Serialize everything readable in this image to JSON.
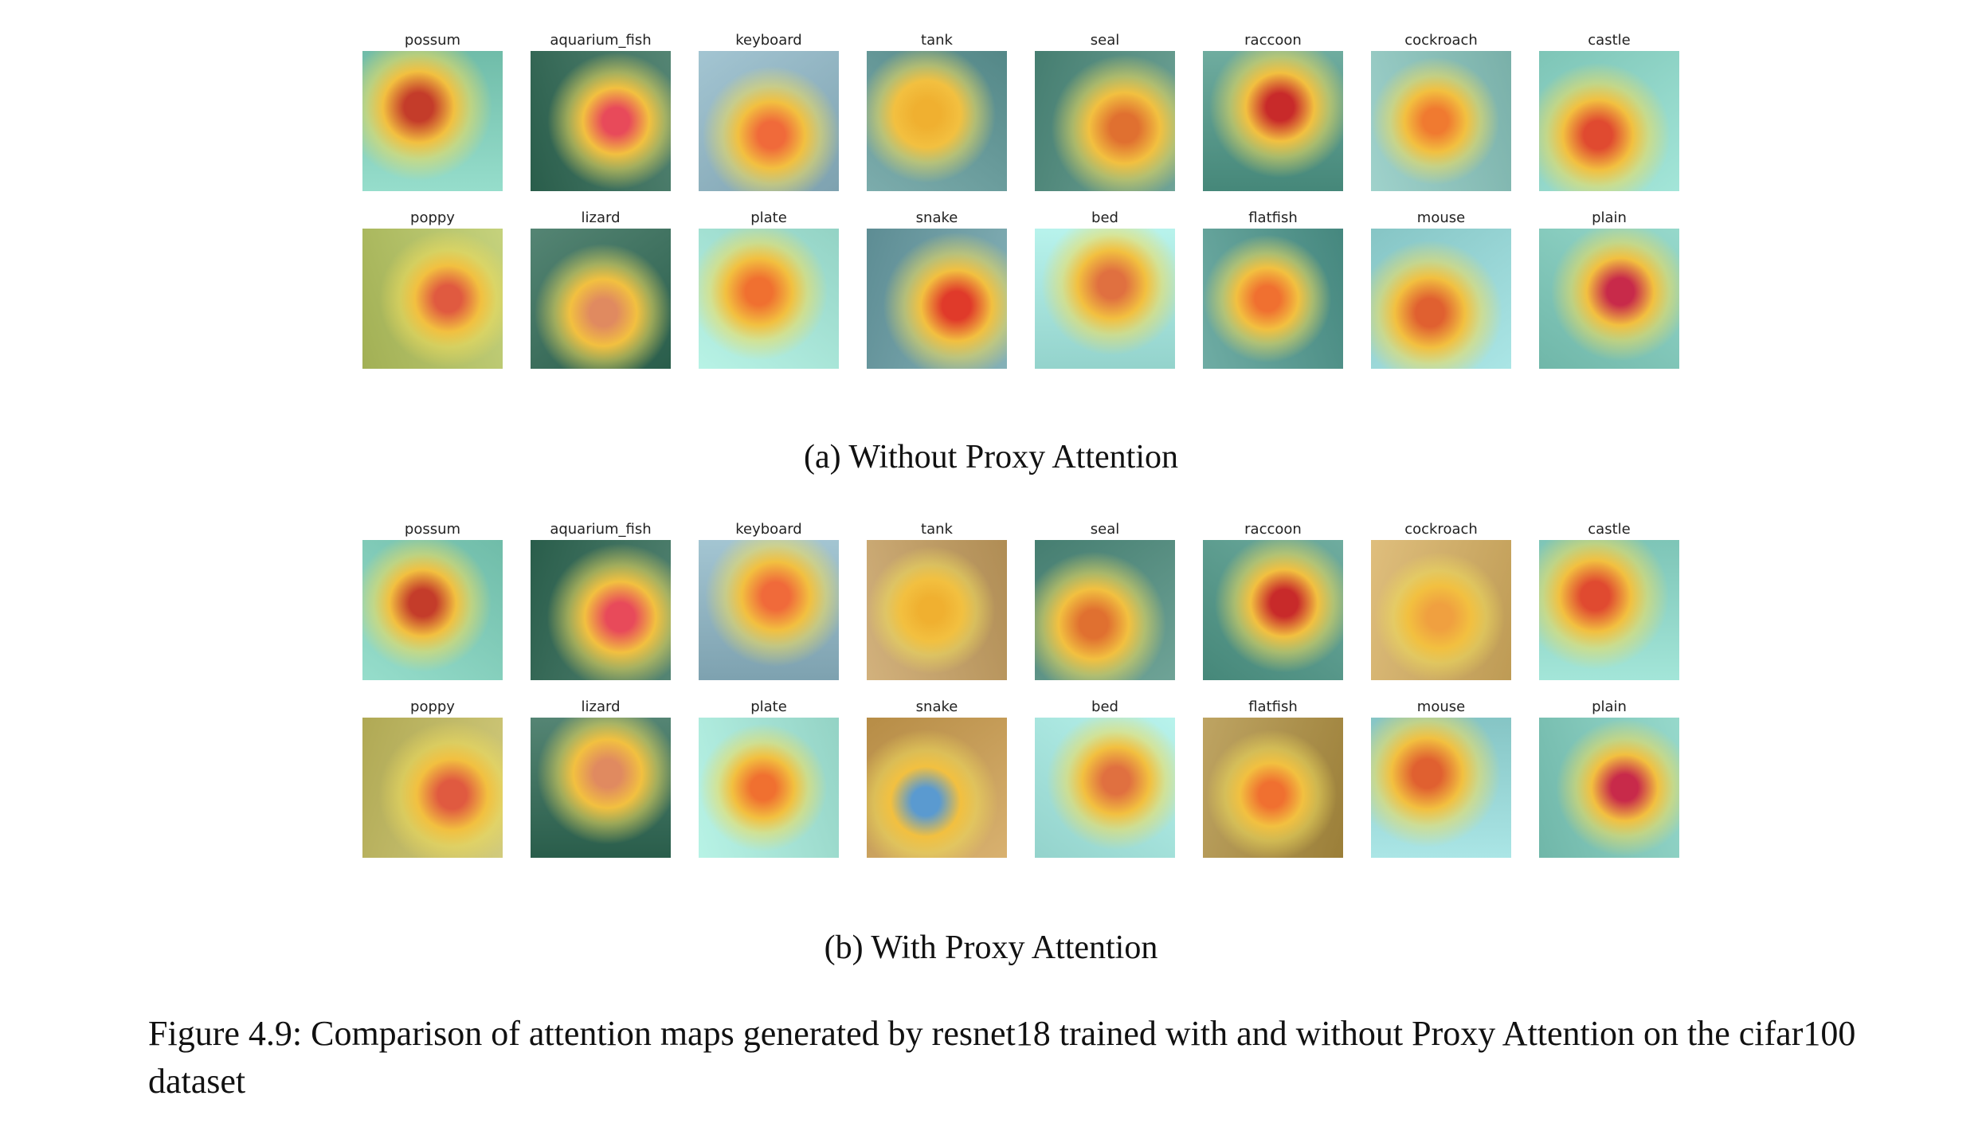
{
  "figure": {
    "panels": [
      {
        "caption": "(a) Without Proxy Attention",
        "rows": [
          [
            {
              "label": "possum",
              "bg": "#7fd6c0",
              "hot": "#c43c2a"
            },
            {
              "label": "aquarium_fish",
              "bg": "#2f6a55",
              "hot": "#e84a5a"
            },
            {
              "label": "keyboard",
              "bg": "#8fb8c8",
              "hot": "#f06a3a"
            },
            {
              "label": "tank",
              "bg": "#5f9a9a",
              "hot": "#f0b030"
            },
            {
              "label": "seal",
              "bg": "#4f8f80",
              "hot": "#e07030"
            },
            {
              "label": "raccoon",
              "bg": "#4f9a8a",
              "hot": "#c82a2a"
            },
            {
              "label": "cockroach",
              "bg": "#8ac8c0",
              "hot": "#f07a30"
            },
            {
              "label": "castle",
              "bg": "#8fe0d0",
              "hot": "#e04a30"
            }
          ],
          [
            {
              "label": "poppy",
              "bg": "#b8c860",
              "hot": "#e05a40"
            },
            {
              "label": "lizard",
              "bg": "#2f6a55",
              "hot": "#e08a60"
            },
            {
              "label": "plate",
              "bg": "#a8f0e0",
              "hot": "#f07030"
            },
            {
              "label": "snake",
              "bg": "#6aa0a8",
              "hot": "#e03a2a"
            },
            {
              "label": "bed",
              "bg": "#a8f0e8",
              "hot": "#e07040"
            },
            {
              "label": "flatfish",
              "bg": "#4f9a90",
              "hot": "#f07030"
            },
            {
              "label": "mouse",
              "bg": "#98e0e0",
              "hot": "#e06030"
            },
            {
              "label": "plain",
              "bg": "#7fd0c0",
              "hot": "#c82a4a"
            }
          ]
        ]
      },
      {
        "caption": "(b) With Proxy Attention",
        "rows": [
          [
            {
              "label": "possum",
              "bg": "#7fd6c0",
              "hot": "#c43c2a"
            },
            {
              "label": "aquarium_fish",
              "bg": "#2f6a55",
              "hot": "#e84a5a"
            },
            {
              "label": "keyboard",
              "bg": "#8fb8c8",
              "hot": "#f06a3a"
            },
            {
              "label": "tank",
              "bg": "#c8a060",
              "hot": "#f0b030"
            },
            {
              "label": "seal",
              "bg": "#4f8f80",
              "hot": "#e07030"
            },
            {
              "label": "raccoon",
              "bg": "#4f9a8a",
              "hot": "#c82a2a"
            },
            {
              "label": "cockroach",
              "bg": "#d8b060",
              "hot": "#f0a040"
            },
            {
              "label": "castle",
              "bg": "#8fe0d0",
              "hot": "#e04a30"
            }
          ],
          [
            {
              "label": "poppy",
              "bg": "#c8c060",
              "hot": "#e05a40"
            },
            {
              "label": "lizard",
              "bg": "#2f6a55",
              "hot": "#e08a60"
            },
            {
              "label": "plate",
              "bg": "#a8f0e0",
              "hot": "#f07030"
            },
            {
              "label": "snake",
              "bg": "#d0a050",
              "hot": "#5a9ad0"
            },
            {
              "label": "bed",
              "bg": "#a8f0e8",
              "hot": "#e07040"
            },
            {
              "label": "flatfish",
              "bg": "#b09040",
              "hot": "#f07030"
            },
            {
              "label": "mouse",
              "bg": "#98e0e0",
              "hot": "#e06030"
            },
            {
              "label": "plain",
              "bg": "#7fd0c0",
              "hot": "#c82a4a"
            }
          ]
        ]
      }
    ],
    "caption": "Figure 4.9: Comparison of attention maps generated by resnet18 trained with and without Proxy Attention on the cifar100 dataset"
  }
}
